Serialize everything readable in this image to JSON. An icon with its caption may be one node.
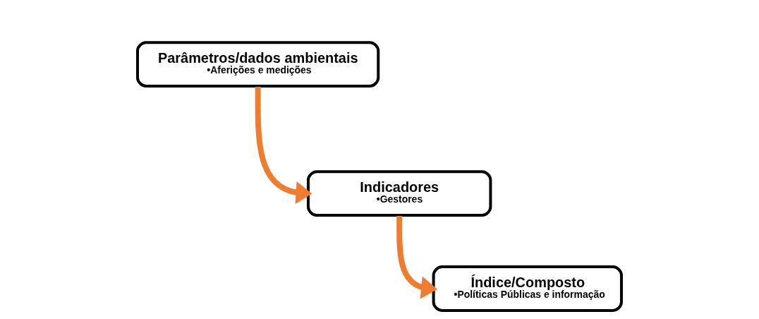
{
  "diagram": {
    "nodes": [
      {
        "text": [
          "Parâmetros/dados ambientais",
          "•Aferições e medições"
        ]
      },
      {
        "text": [
          "Indicadores",
          "•Gestores"
        ]
      },
      {
        "text": [
          "Índice/Composto",
          "•Políticas Públicas e informação"
        ]
      }
    ],
    "edges": [
      {
        "from": 0,
        "to": 1,
        "arrow": "to"
      },
      {
        "from": 1,
        "to": 2,
        "arrow": "to"
      }
    ]
  }
}
